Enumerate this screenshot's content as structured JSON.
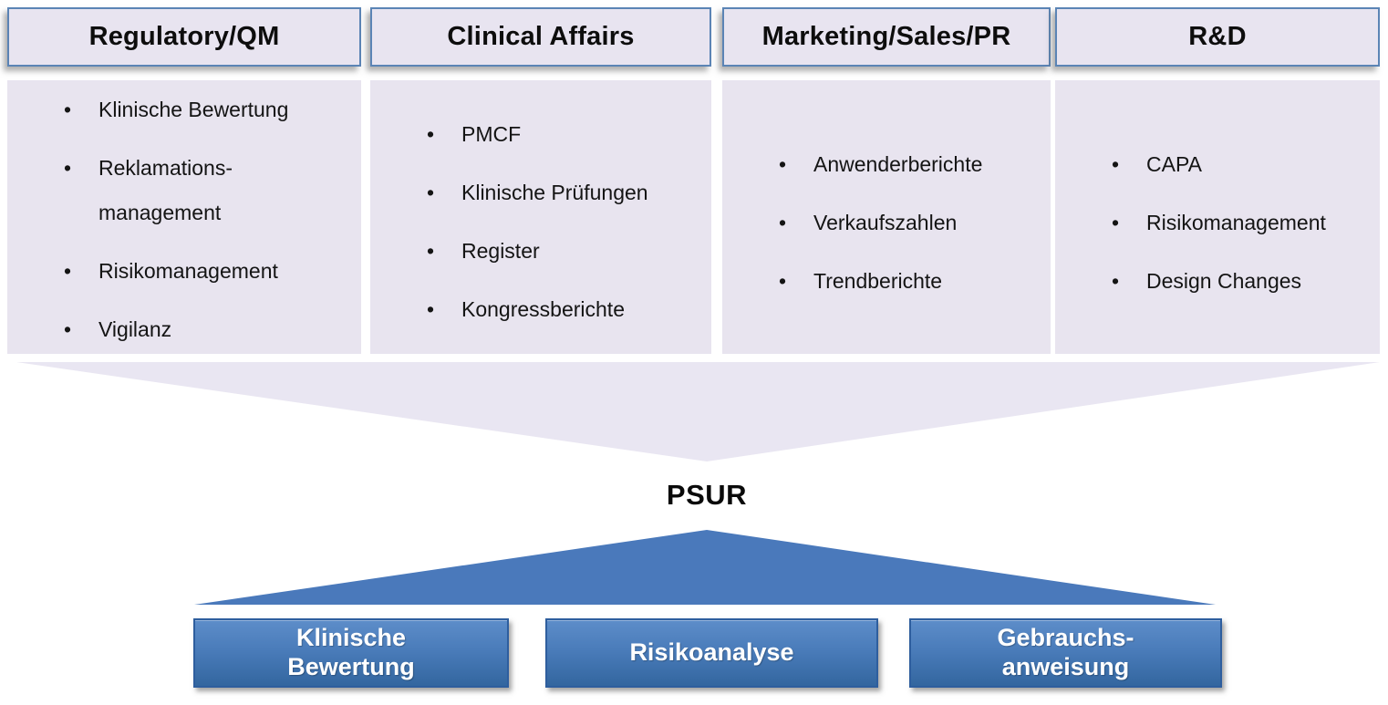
{
  "colors": {
    "panel_fill": "#e8e4ef",
    "panel_border": "#5b84b5",
    "funnel_fill": "#e9e6f2",
    "triangle_fill": "#4a79bb",
    "output_box_gradient_top": "#5d8dc9",
    "output_box_gradient_bottom": "#33669f",
    "output_box_border": "#2e5e9e",
    "text_dark": "#141414",
    "text_white": "#ffffff"
  },
  "departments": [
    {
      "title": "Regulatory/QM",
      "items": [
        "Klinische Bewertung",
        "Reklamations-\nmanagement",
        "Risikomanagement",
        "Vigilanz"
      ]
    },
    {
      "title": "Clinical Affairs",
      "items": [
        "PMCF",
        "Klinische Prüfungen",
        "Register",
        "Kongressberichte"
      ]
    },
    {
      "title": "Marketing/Sales/PR",
      "items": [
        "Anwenderberichte",
        "Verkaufszahlen",
        "Trendberichte"
      ]
    },
    {
      "title": "R&D",
      "items": [
        "CAPA",
        "Risikomanagement",
        "Design Changes"
      ]
    }
  ],
  "center": {
    "label": "PSUR"
  },
  "outputs": [
    {
      "label": "Klinische\nBewertung"
    },
    {
      "label": "Risikoanalyse"
    },
    {
      "label": "Gebrauchs-\nanweisung"
    }
  ]
}
